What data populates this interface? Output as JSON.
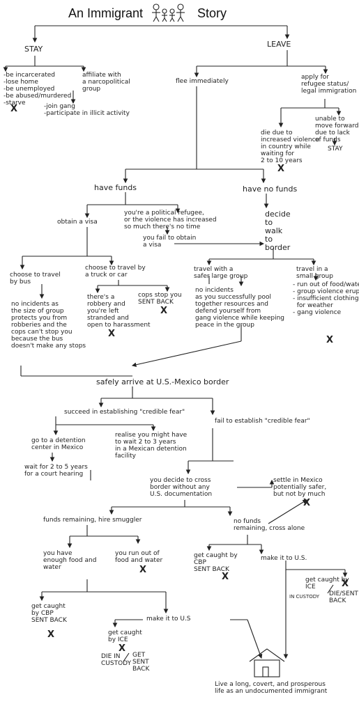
{
  "title": {
    "left": "An Immigrant",
    "right": "Story"
  },
  "nodes": {
    "stay": "STAY",
    "leave": "LEAVE",
    "stay_outcomes": "-be incarcerated\n-lose home\n-be unemployed\n-be abused/murdered\n-starve",
    "affiliate": "affiliate with\na narcopolitical\ngroup",
    "gang": "-join gang\n-participate in illicit activity",
    "flee": "flee immediately",
    "apply": "apply for\nrefugee status/\nlegal immigration",
    "die_waiting": "die due to\nincreased violence\nin country while\nwaiting for\n2 to 10 years",
    "unable": "unable to\nmove forward\ndue to lack\nof funds",
    "stay2": "STAY",
    "have_funds": "have funds",
    "no_funds": "have no funds",
    "visa": "obtain a visa",
    "refugee": "you're a political refugee,\nor the violence has increased\nso much there's no time",
    "fail_visa": "you fail to obtain\na visa",
    "walk": "decide\nto\nwalk\nto\nborder",
    "bus": "choose to travel\nby bus",
    "truck": "choose to travel by\na truck or car",
    "robbery": "there's a\nrobbery and\nyou're left\nstranded and\nopen to harassment",
    "cops_stop": "cops stop you\nSENT BACK",
    "bus_ok": "no incidents as\nthe size of group\nprotects you from\nrobberies and the\ncops can't stop you\nbecause the bus\ndoesn't make any stops",
    "large_group": "travel with a\nsafer large group",
    "small_group": "travel in a\nsmall group",
    "large_ok": "no incidents\nas you successfully pool\ntogether resources and\ndefend yourself from\ngang violence while keeping\npeace in the group",
    "small_bad": "- run out of food/water\n- group violence erupts\n- insufficient clothing\n  for weather\n- gang violence",
    "arrive": "safely arrive at U.S.-Mexico border",
    "credible_ok": "succeed in establishing \"credible fear\"",
    "credible_fail": "fail to establish \"credible fear\"",
    "detention": "go to a detention\ncenter in Mexico",
    "wait_hearing": "wait for 2 to 5 years\nfor a court hearing",
    "realise": "realise you might have\nto wait 2 to 3 years\nin a Mexican detention\nfacility",
    "cross": "you decide to cross\nborder without any\nU.S. documentation",
    "settle": "settle in Mexico\npotentially safer,\nbut not by much",
    "smuggler": "funds remaining, hire smuggler",
    "alone": "no funds\nremaining, cross alone",
    "enough_food": "you have\nenough food and\nwater",
    "run_out": "you run out of\nfood and water",
    "caught_cbp": "get caught by\nCBP\nSENT BACK",
    "make_it": "make it to U.S.",
    "caught_ice_r": "get caught by\nICE",
    "die_sent_r": "DIE/SENT\nBACK",
    "in_custody_r": "IN CUSTODY",
    "caught_cbp2": "get caught\nby CBP\nSENT BACK",
    "make_it2": "make it to U.S",
    "caught_ice2": "get caught\nby ICE",
    "die_custody": "DIE IN\nCUSTODY",
    "get_sent_back": "GET\nSENT\nBACK",
    "final": "Live a long, covert, and prosperous\nlife as an undocumented immigrant"
  },
  "x_mark": "X"
}
